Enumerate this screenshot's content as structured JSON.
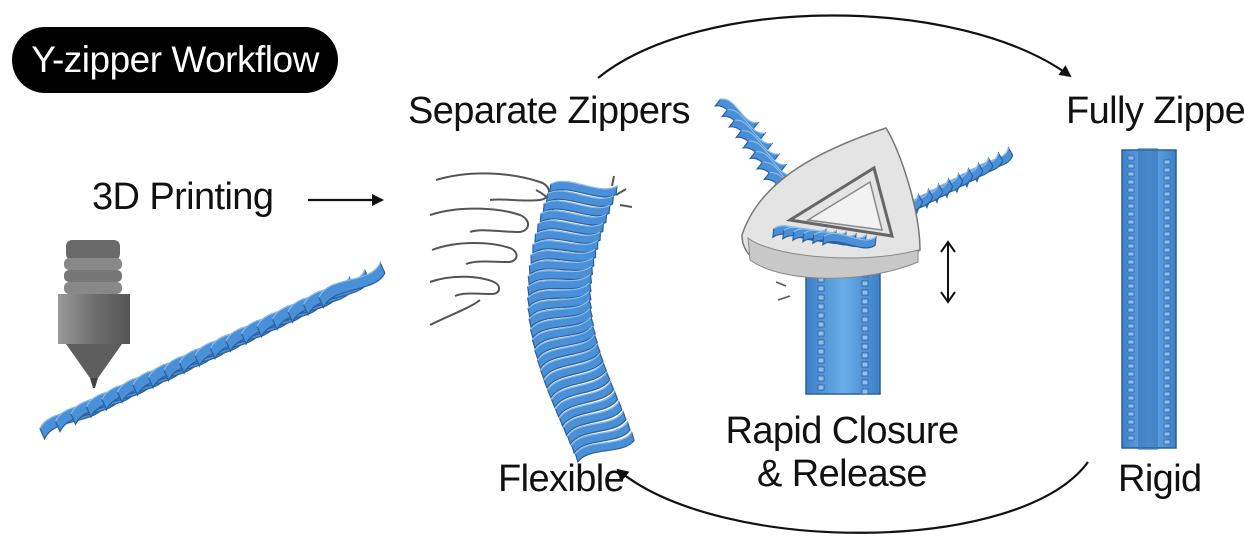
{
  "title": "Y-zipper Workflow",
  "stages": {
    "printing": "3D Printing",
    "separate": "Separate Zippers",
    "fully_zipped": "Fully Zipped",
    "flexible": "Flexible",
    "rigid": "Rigid",
    "rapid_line1": "Rapid Closure",
    "rapid_line2": "& Release"
  },
  "colors": {
    "zipper_blue": "#4a90d9",
    "zipper_dark": "#2c5f99",
    "zipper_light": "#8cc0ee",
    "nozzle": "#7a7a7a",
    "slider": "#dcdcdc",
    "ink": "#111111"
  },
  "icons": [
    "print-nozzle-icon",
    "hand-icon",
    "y-slider-icon",
    "double-arrow-icon"
  ]
}
